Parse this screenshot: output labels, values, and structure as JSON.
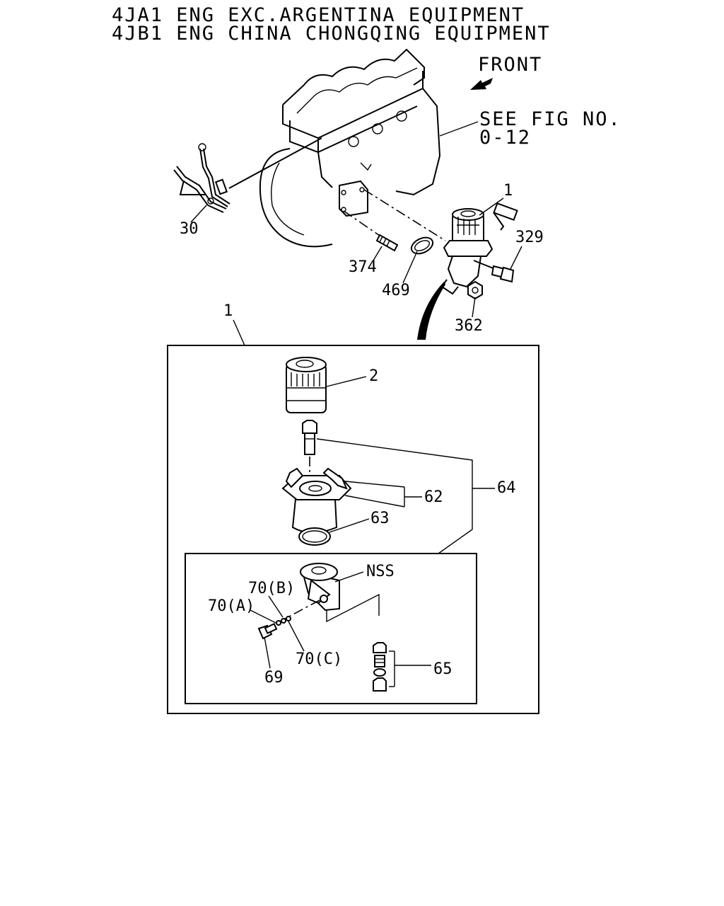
{
  "title": {
    "line1": "4JA1 ENG EXC.ARGENTINA EQUIPMENT",
    "line2": "4JB1 ENG CHINA CHONGQING EQUIPMENT"
  },
  "front_label": "FRONT",
  "see_fig": {
    "line1": "SEE FIG NO.",
    "line2": "0-12"
  },
  "callouts": {
    "c1_top": "1",
    "c30": "30",
    "c329": "329",
    "c374": "374",
    "c469": "469",
    "c362": "362",
    "c1_box": "1",
    "c2": "2",
    "c62": "62",
    "c63": "63",
    "c64": "64",
    "nss": "NSS",
    "c70b": "70(B)",
    "c70a": "70(A)",
    "c70c": "70(C)",
    "c69": "69",
    "c65": "65"
  }
}
